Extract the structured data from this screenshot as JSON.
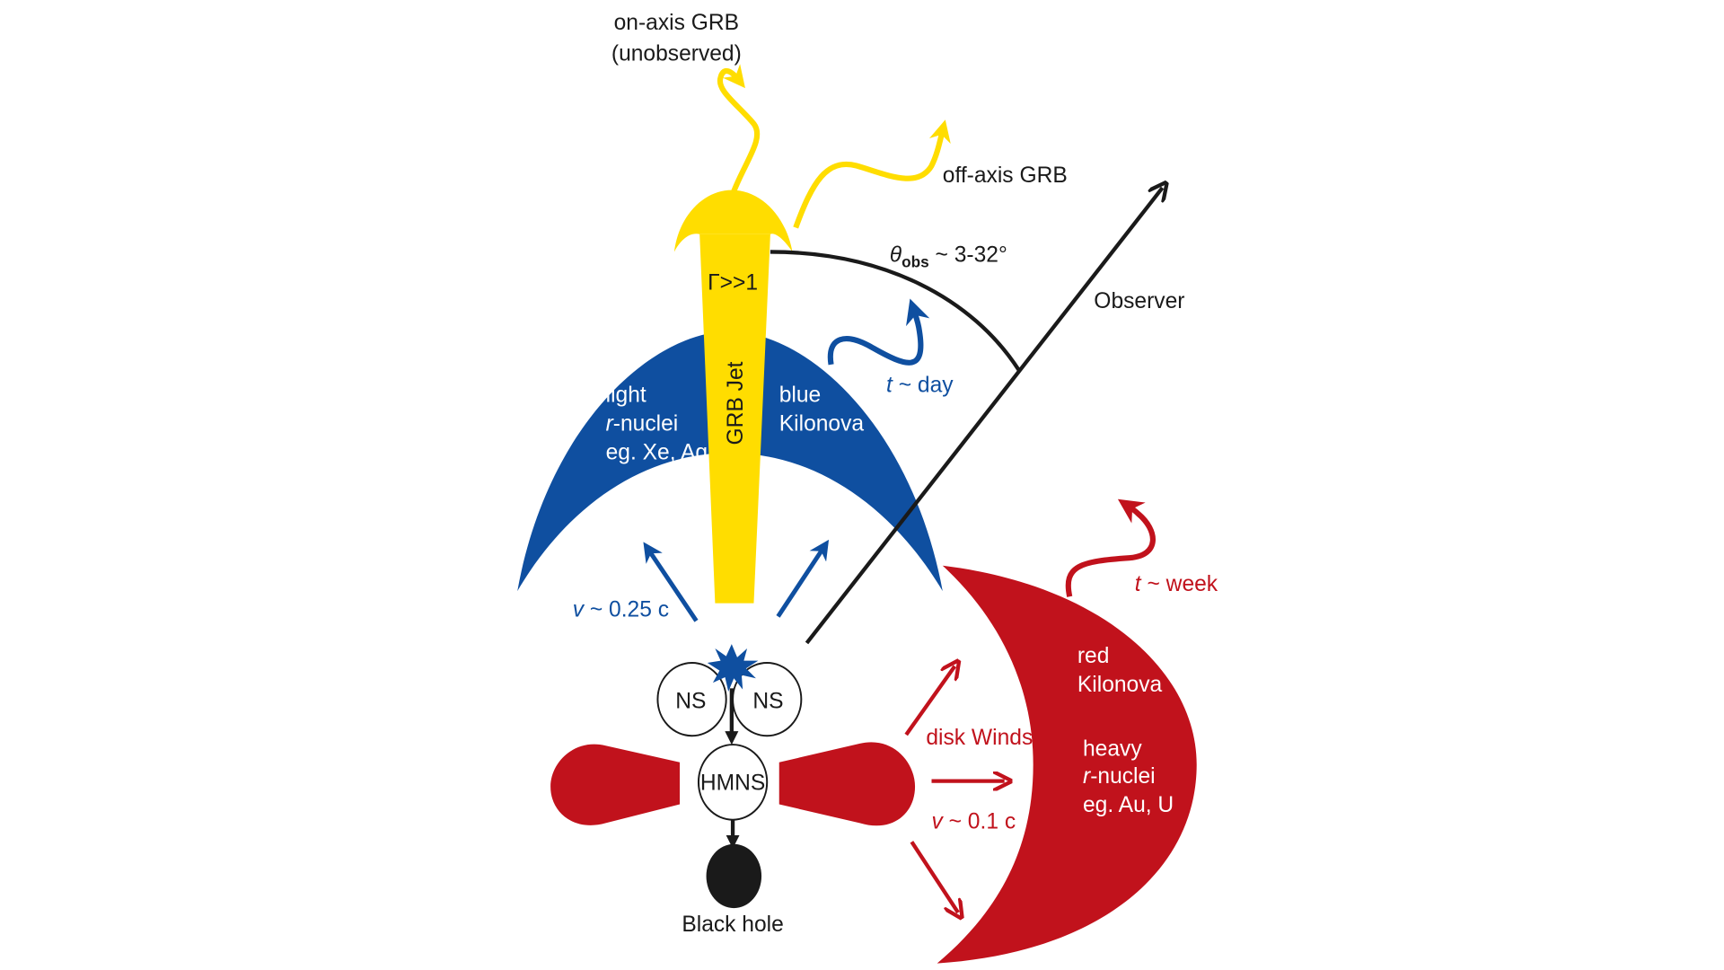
{
  "colors": {
    "blue": "#0f4fa0",
    "yellow": "#ffdd00",
    "red": "#c1121c",
    "black": "#1a1a1a"
  },
  "labels": {
    "on_axis_1": "on-axis GRB",
    "on_axis_2": "(unobserved)",
    "off_axis": "off-axis GRB",
    "theta_sym": "θ",
    "theta_sub": "obs",
    "theta_rest": " ~ 3-32°",
    "observer": "Observer",
    "gamma": "Γ>>1",
    "grb_jet": "GRB Jet",
    "light_1": "light",
    "light_2_italic": "r",
    "light_2": "-nuclei",
    "light_3": "eg. Xe, Ag",
    "blue_1": "blue",
    "blue_2": "Kilonova",
    "t_day_italic": "t",
    "t_day": " ~ day",
    "v_blue_italic": "v",
    "v_blue": " ~ 0.25 c",
    "t_week_italic": "t",
    "t_week": " ~ week",
    "red_1": "red",
    "red_2": "Kilonova",
    "heavy_1": "heavy",
    "heavy_2_italic": "r",
    "heavy_2": "-nuclei",
    "heavy_3": "eg. Au, U",
    "disk_winds": "disk Winds",
    "v_red_italic": "v",
    "v_red": " ~ 0.1 c",
    "ns_left": "NS",
    "ns_right": "NS",
    "hmns": "HMNS",
    "black_hole": "Black hole"
  }
}
